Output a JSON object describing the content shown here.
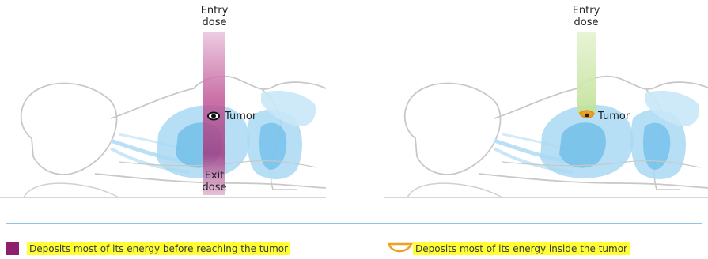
{
  "panels": [
    {
      "entry_label": "Entry",
      "entry_label2": "dose",
      "tumor_label": "Tumor",
      "exit_label": "Exit",
      "exit_label2": "dose"
    },
    {
      "entry_label": "Entry",
      "entry_label2": "dose",
      "tumor_label": "Tumor"
    }
  ],
  "legend": [
    {
      "text": "Deposits most of its energy before reaching the tumor",
      "color": "#8e1f6d"
    },
    {
      "text": "Deposits most of its energy inside the tumor",
      "color": "#f0a020"
    }
  ],
  "colors": {
    "outline": "#c8c8c8",
    "organ": "#a9d8f3",
    "organ_dark": "#5fb4e6",
    "beam_photon": "#c25b9a",
    "beam_proton": "#c8e6a0",
    "highlight": "#ffff33",
    "rule": "#8fc4e3"
  }
}
